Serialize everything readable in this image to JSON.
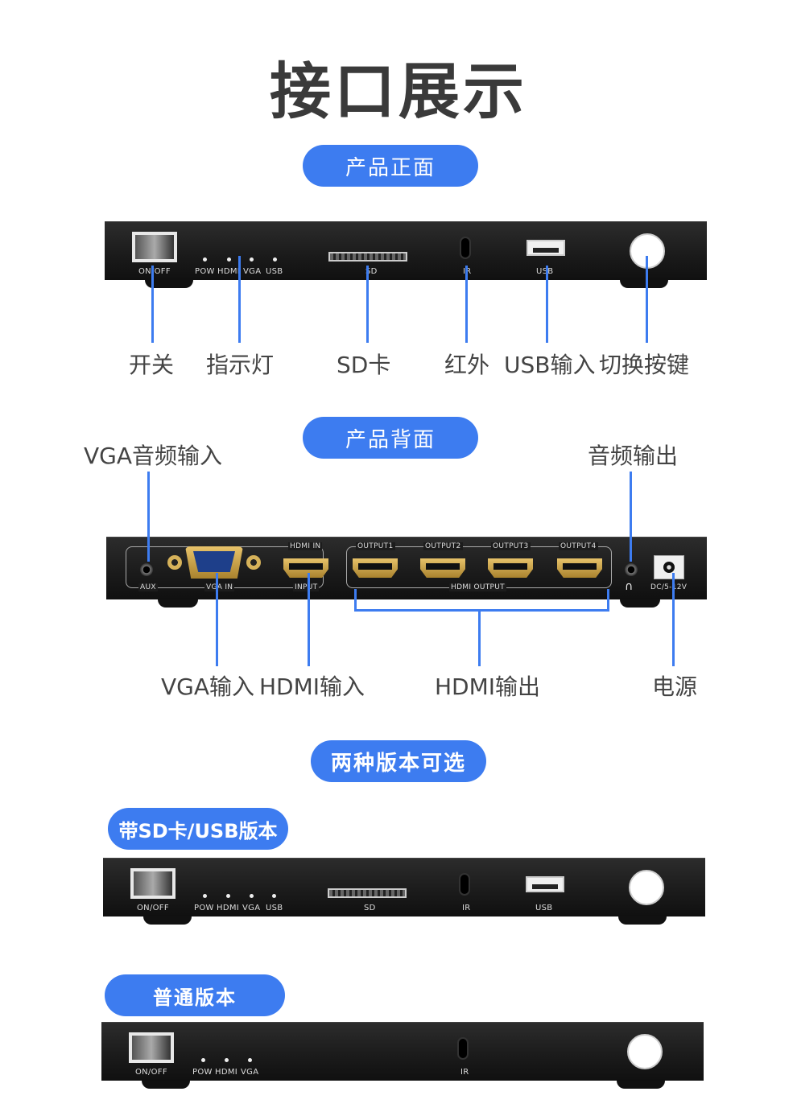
{
  "title": "接口展示",
  "sections": {
    "front": "产品正面",
    "back": "产品背面",
    "versions": "两种版本可选",
    "sd_usb_version": "带SD卡/USB版本",
    "basic_version": "普通版本"
  },
  "front_panel": {
    "on_off": "ON/OFF",
    "pow": "POW",
    "hdmi": "HDMI",
    "vga": "VGA",
    "usb_led": "USB",
    "sd": "SD",
    "ir": "IR",
    "usb": "USB"
  },
  "front_captions": {
    "switch": "开关",
    "indicator": "指示灯",
    "sd_card": "SD卡",
    "infrared": "红外",
    "usb_input": "USB输入",
    "toggle_button": "切换按键"
  },
  "back_panel": {
    "aux": "AUX",
    "vga_in": "VGA IN",
    "hdmi_in": "HDMI IN",
    "input": "INPUT",
    "output1": "OUTPUT1",
    "output2": "OUTPUT2",
    "output3": "OUTPUT3",
    "output4": "OUTPUT4",
    "hdmi_output": "HDMI OUTPUT",
    "dc": "DC/5-12V"
  },
  "back_captions": {
    "vga_audio_input": "VGA音频输入",
    "audio_output": "音频输出",
    "vga_input": "VGA输入",
    "hdmi_input": "HDMI输入",
    "hdmi_output": "HDMI输出",
    "power": "电源"
  },
  "colors": {
    "accent": "#3d7cf0",
    "device": "#1a1a1a",
    "title": "#3a3a3a"
  }
}
